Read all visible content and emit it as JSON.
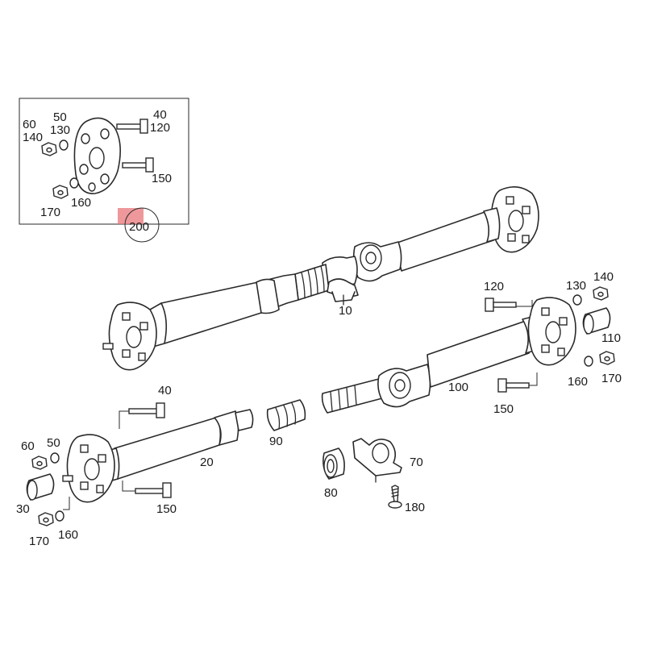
{
  "accent": "#e8757a",
  "callouts": {
    "c10": "10",
    "c20": "20",
    "c30": "30",
    "c40_inset": "40",
    "c40": "40",
    "c50_inset": "50",
    "c50": "50",
    "c60_inset": "60",
    "c60": "60",
    "c70": "70",
    "c80": "80",
    "c90": "90",
    "c100": "100",
    "c110": "110",
    "c120_inset": "120",
    "c120": "120",
    "c130_inset": "130",
    "c130": "130",
    "c140_inset": "140",
    "c140": "140",
    "c150_inset": "150",
    "c150_lower": "150",
    "c150_right": "150",
    "c160_inset": "160",
    "c160_lower": "160",
    "c160_right": "160",
    "c170_inset": "170",
    "c170_lower": "170",
    "c170_right": "170",
    "c180": "180",
    "c200": "200"
  }
}
